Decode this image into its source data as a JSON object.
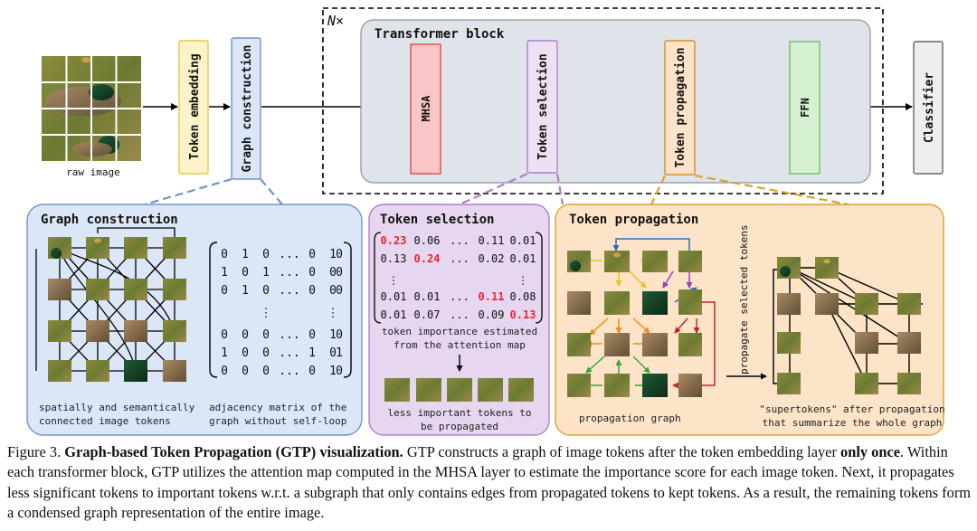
{
  "top": {
    "raw_image_label": "raw image",
    "token_embedding": "Token embedding",
    "graph_construction": "Graph construction",
    "repeat_label": "N×",
    "transformer_block": "Transformer block",
    "mhsa": "MHSA",
    "token_selection": "Token selection",
    "token_propagation": "Token propagation",
    "ffn": "FFN",
    "classifier": "Classifier"
  },
  "panel_graph": {
    "title": "Graph construction",
    "caption_left": [
      "spatially and semantically",
      "connected image tokens"
    ],
    "caption_right": [
      "adjacency matrix of the",
      "graph without self-loop"
    ],
    "matrix_rows": [
      [
        "0",
        "1",
        "0",
        "...",
        "0",
        "1",
        "0"
      ],
      [
        "1",
        "0",
        "1",
        "...",
        "0",
        "0",
        "0"
      ],
      [
        "0",
        "1",
        "0",
        "...",
        "0",
        "0",
        "0"
      ],
      [
        "",
        "",
        "⋮",
        "",
        "",
        "⋮",
        ""
      ],
      [
        "0",
        "0",
        "0",
        "...",
        "0",
        "1",
        "0"
      ],
      [
        "1",
        "0",
        "0",
        "...",
        "1",
        "0",
        "1"
      ],
      [
        "0",
        "0",
        "0",
        "...",
        "0",
        "1",
        "0"
      ]
    ]
  },
  "panel_selection": {
    "title": "Token selection",
    "matrix_rows": [
      [
        "0.23",
        "0.06",
        "...",
        "0.11",
        "0.01"
      ],
      [
        "0.13",
        "0.24",
        "...",
        "0.02",
        "0.01"
      ],
      [
        "⋮",
        "",
        "",
        "",
        "⋮"
      ],
      [
        "0.01",
        "0.01",
        "...",
        "0.11",
        "0.08"
      ],
      [
        "0.01",
        "0.07",
        "...",
        "0.09",
        "0.13"
      ]
    ],
    "highlight_color": "#e8262a",
    "highlighted_values": [
      "0.23",
      "0.24",
      "0.11",
      "0.13"
    ],
    "caption_mid": [
      "token importance estimated",
      "from the attention map"
    ],
    "caption_bottom": [
      "less important tokens to",
      "be propagated"
    ]
  },
  "panel_propagation": {
    "title": "Token propagation",
    "arrow_label": "propagate selected tokens",
    "caption_left": "propagation graph",
    "caption_right": [
      "\"supertokens\" after propagation",
      "that summarize the whole graph"
    ]
  },
  "caption": {
    "figure_label": "Figure 3.",
    "bold_title": "Graph-based Token Propagation (GTP) visualization.",
    "text1": " GTP constructs a graph of image tokens after the token embedding layer ",
    "bold_once": "only once",
    "text2": ". Within each transformer block, GTP utilizes the attention map computed in the MHSA layer to estimate the importance score for each image token. Next, it propagates less significant tokens to important tokens w.r.t. a subgraph that only contains edges from propagated tokens to kept tokens. As a result, the remaining tokens form a condensed graph representation of the entire image."
  },
  "colors": {
    "token_embedding": "#fdf3c8",
    "graph_construction": "#dbe7f7",
    "transformer_bg": "#dfe3ea",
    "mhsa": "#f8c6c6",
    "token_selection": "#ece0f2",
    "token_propagation": "#fde3c8",
    "ffn": "#d6f0d2",
    "classifier": "#eeeeee"
  }
}
